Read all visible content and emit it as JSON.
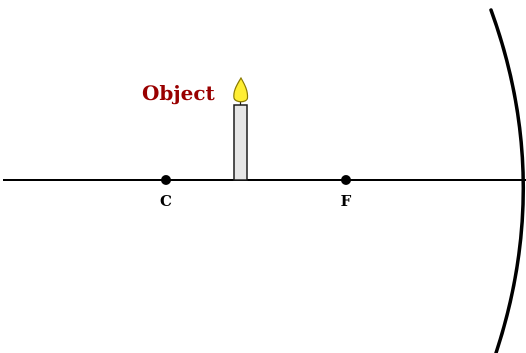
{
  "labels": {
    "object": "Object",
    "center_of_curvature": "C",
    "focal_point": "F"
  },
  "colors": {
    "object_label": "#990000",
    "axis": "#000000",
    "candle_body": "#e6e6e6",
    "candle_outline": "#1a1a1a",
    "flame": "#ffee33",
    "flame_outline": "#8a7a00",
    "mirror": "#000000",
    "point_marker": "#000000"
  }
}
